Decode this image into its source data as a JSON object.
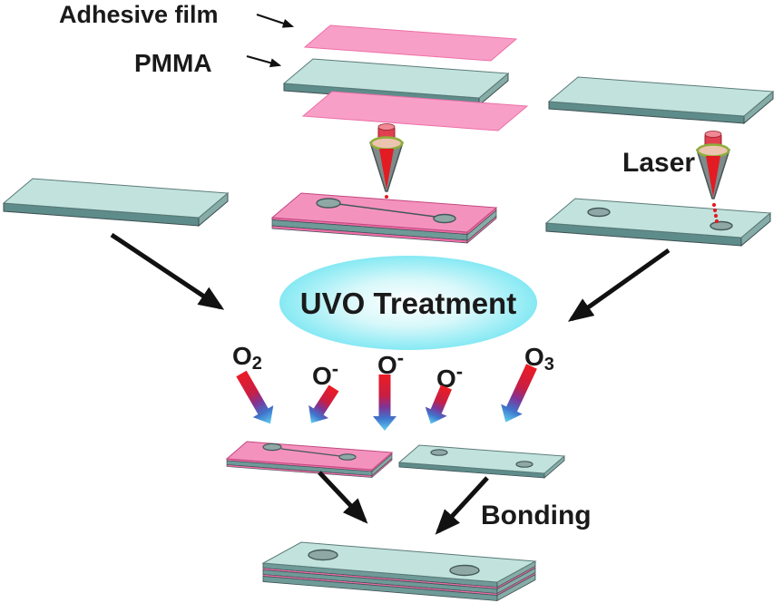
{
  "figure": {
    "labels": {
      "adhesive_film": "Adhesive film",
      "pmma": "PMMA",
      "laser": "Laser",
      "uvo_treatment": "UVO Treatment",
      "bonding": "Bonding"
    },
    "species": {
      "o2": {
        "base": "O",
        "script": "2"
      },
      "o_minus_a": {
        "base": "O",
        "script": "-"
      },
      "o_minus_b": {
        "base": "O",
        "script": "-"
      },
      "o_minus_c": {
        "base": "O",
        "script": "-"
      },
      "o3": {
        "base": "O",
        "script": "3"
      }
    },
    "colors": {
      "film_pink": "#F89FC8",
      "film_pink_edge": "#ED6FA6",
      "engraved_pink_top": "#F492BE",
      "pink_side": "#F06CA8",
      "pmma_top": "#C2E3DD",
      "pmma_front": "#5E8C8B",
      "pmma_right": "#86ACA7",
      "outline": "#3E5052",
      "hole_fill": "#8FA8A6",
      "uvo_center": "#FFFFFF",
      "uvo_edge": "#4EDCEF",
      "beam_red": "#EC1C24",
      "beam_blue": "#3F74CC",
      "beam_cyan": "#5FD0F2",
      "laser_body": "#7D8B8B",
      "laser_cap": "#E04050",
      "laser_band": "#ECC5B1",
      "arrow_black": "#111111"
    }
  }
}
